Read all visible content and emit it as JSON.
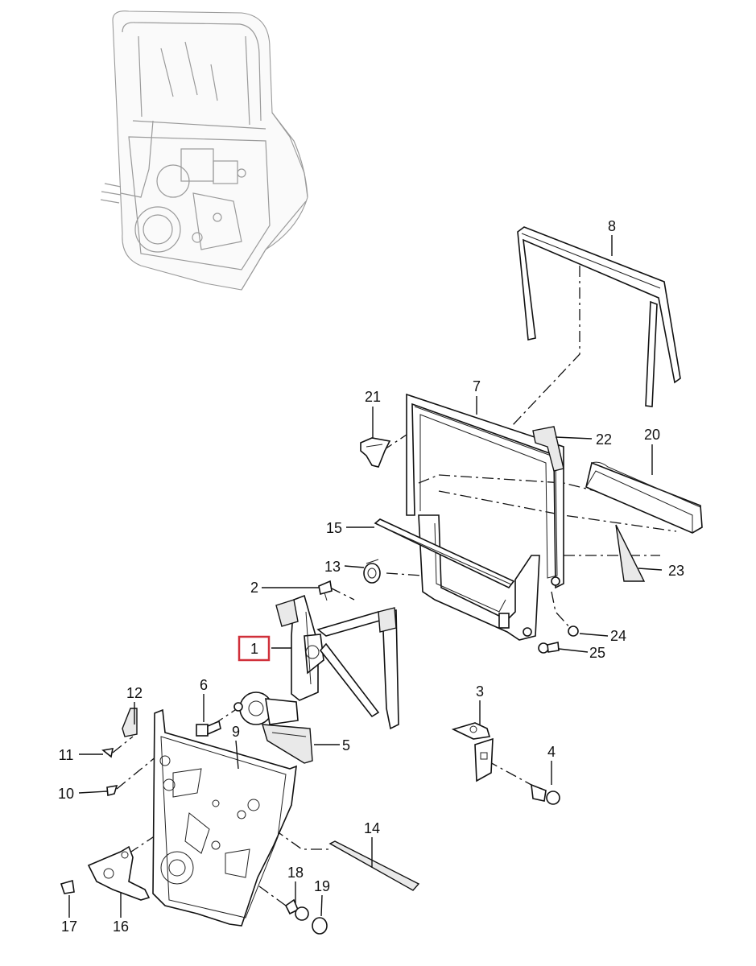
{
  "diagram": {
    "highlight_color": "#d0303a",
    "callouts": {
      "c1": "1",
      "c2": "2",
      "c3": "3",
      "c4": "4",
      "c5": "5",
      "c6": "6",
      "c7": "7",
      "c8": "8",
      "c9": "9",
      "c10": "10",
      "c11": "11",
      "c12": "12",
      "c13": "13",
      "c14": "14",
      "c15": "15",
      "c16": "16",
      "c17": "17",
      "c18": "18",
      "c19": "19",
      "c20": "20",
      "c21": "21",
      "c22": "22",
      "c23": "23",
      "c24": "24",
      "c25": "25"
    }
  }
}
